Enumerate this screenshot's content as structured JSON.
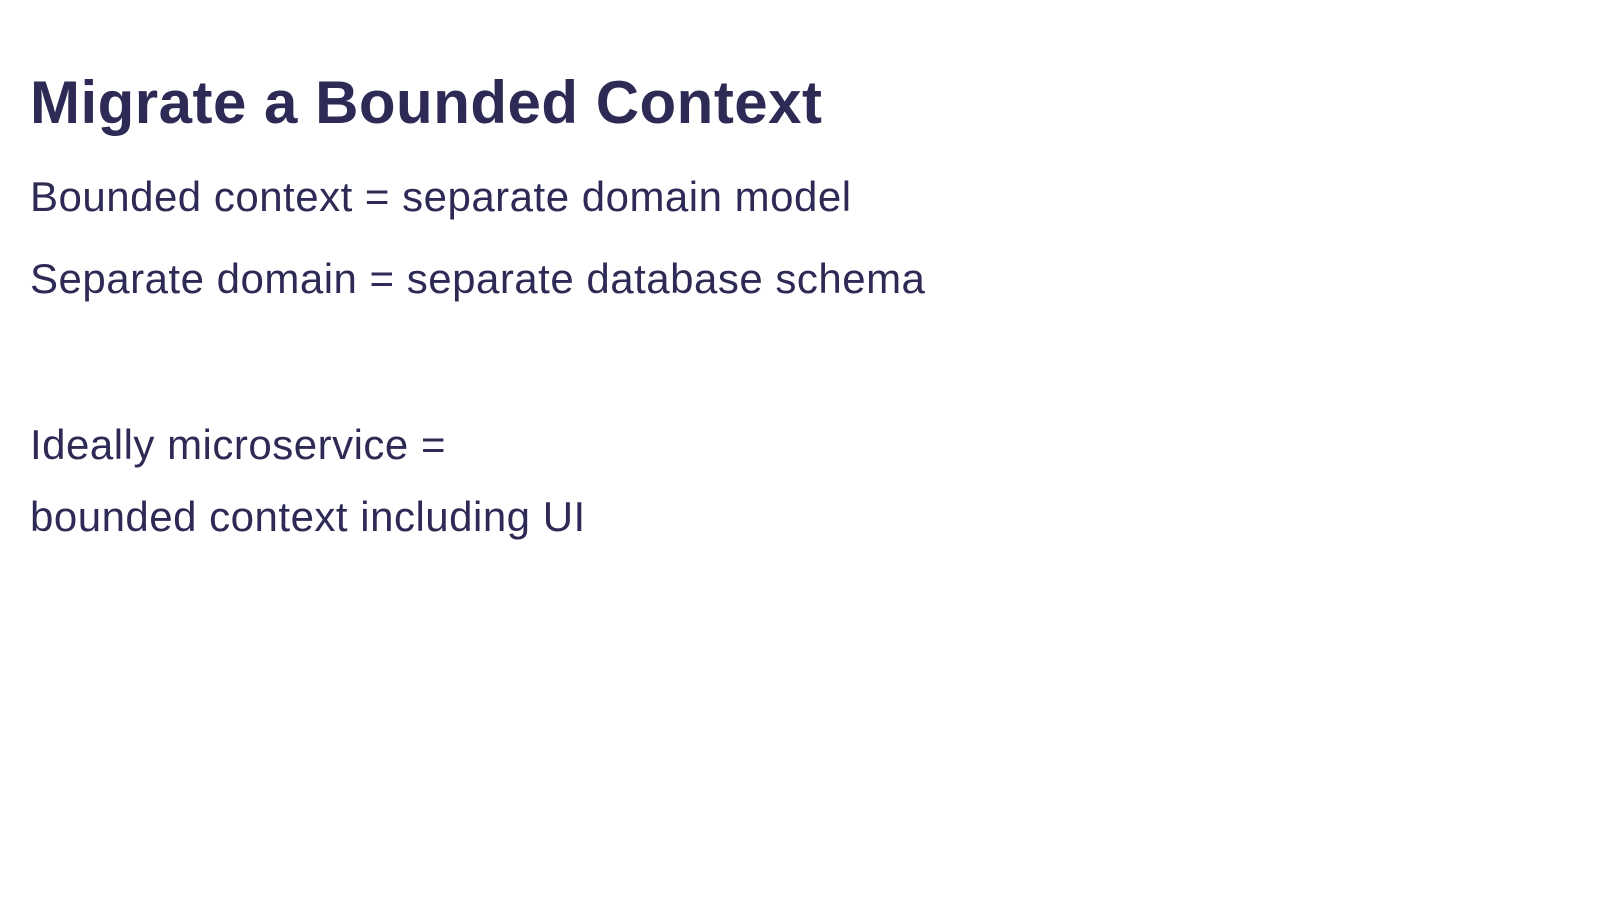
{
  "slide": {
    "background_color": "#ffffff",
    "text_color": "#2d2a55",
    "title": "Migrate a Bounded Context",
    "body": {
      "line1": "Bounded context = separate domain model",
      "line2": "Separate domain = separate database schema",
      "line3": "Ideally microservice =",
      "line4": "bounded context including UI"
    }
  }
}
